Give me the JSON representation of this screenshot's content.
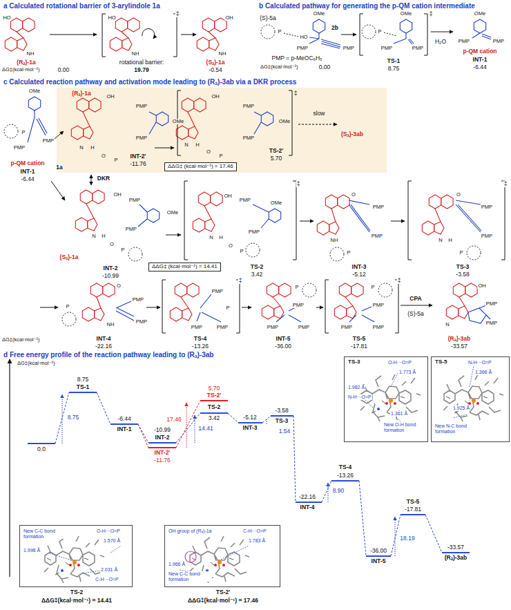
{
  "diagram": {
    "nodes": [
      {
        "text": [
          "(Rₐ)-1a",
          "OH",
          "N",
          "H",
          "O",
          "P",
          "PMP",
          "PMP",
          "OMe",
          "INT-2'",
          "-11.76",
          "‡",
          "OH",
          "N",
          "H",
          "O",
          "P",
          "PMP",
          "PMP",
          "OMe",
          "TS-2'",
          "5.70",
          "slow",
          "(Sₐ)-3ab"
        ]
      },
      {
        "text": [
          "ΔΔG‡ (kcal·mol⁻¹) = 17.46"
        ],
        "in": 0
      },
      {
        "text": [
          "ΔΔG‡ (kcal·mol⁻¹) = 14.41"
        ]
      },
      {
        "text": [
          "TS-3",
          "O-H···O=P",
          "1.773 Å",
          "1.982 Å",
          "N-H···O=P",
          "1.361 Å",
          "New O-H bond formation"
        ]
      },
      {
        "text": [
          "TS-5",
          "N-H···O=P",
          "1.366 Å",
          "1.925 Å",
          "New N-C bond formation"
        ]
      },
      {
        "text": [
          "New C-C bond formation",
          "O-H···O=P",
          "1.570 Å",
          "1.998 Å",
          "2.031 Å",
          "C-H···O=P",
          "TS-2",
          "ΔΔG‡(kcal·mol⁻¹) = 14.41"
        ]
      },
      {
        "text": [
          "OH group of (Rₐ)-1a",
          "C-H···O=P",
          "1.783 Å",
          "1.966 Å",
          "New C-C bond formation",
          "TS-2'",
          "ΔΔG‡(kcal·mol⁻¹) = 17.46"
        ]
      }
    ],
    "labels": [
      "a Calculated rotational barrier of 3-arylindole 1a",
      "HO",
      "NH",
      "(Rₐ)-1a",
      "ΔG‡(kcal·mol⁻¹)",
      "0.00",
      "‡",
      "HO",
      "NH",
      "rotational barrier:",
      "19.79",
      "OH",
      "NH",
      "(Sₐ)-1a",
      "-0.54",
      "b Calculated pathway for generating the p-QM cation intermediate",
      "P",
      "(S)-5a",
      "OMe",
      "HO",
      "PMP",
      "PMP",
      "2b",
      "PMP = p-MeOC₆H₅",
      "ΔG‡(kcal·mol⁻¹)",
      "0.00",
      "‡",
      "P",
      "OMe",
      "PMP",
      "PMP",
      "TS-1",
      "8.75",
      "H₂O",
      "OMe",
      "PMP",
      "PMP",
      "p-QM cation",
      "INT-1",
      "-6.44",
      "c Calculated reaction pathway and activation mode leading to (Rₐ)-3ab via a DKR process",
      "OMe",
      "P",
      "PMP",
      "PMP",
      "p-QM cation",
      "INT-1",
      "-6.44",
      "1a",
      "DKR",
      "OH",
      "N",
      "H",
      "O",
      "P",
      "PMP",
      "PMP",
      "OMe",
      "(Sₐ)-1a",
      "INT-2",
      "-10.99",
      "OH",
      "N",
      "H",
      "O",
      "P",
      "PMP",
      "PMP",
      "OMe",
      "‡",
      "TS-2",
      "3.42",
      "O",
      "PMP",
      "PMP",
      "NH",
      "P",
      "INT-3",
      "-5.12",
      "O",
      "PMP",
      "PMP",
      "N",
      "H",
      "P",
      "‡",
      "TS-3",
      "-3.58",
      "ΔG‡(kcal·mol⁻¹)",
      "O",
      "PMP",
      "PMP",
      "NH",
      "P",
      "INT-4",
      "-22.16",
      "PMP",
      "PMP",
      "PMP",
      "P",
      "‡",
      "TS-4",
      "-13.26",
      "P",
      "PMP",
      "PMP",
      "PMP",
      "INT-5",
      "-36.00",
      "P",
      "PMP",
      "PMP",
      "PMP",
      "‡",
      "TS-5",
      "-17.81",
      "CPA",
      "(S)-5a",
      "OH",
      "PMP",
      "PMP",
      "N",
      "(Rₐ)-3ab",
      "-33.57",
      "d Free energy profile of the reaction pathway leading to (Rₐ)-3ab",
      "ΔG‡(kcal·mol⁻¹)",
      "0.0",
      "8.75",
      "TS-1",
      "-6.44",
      "INT-1",
      "-10.99",
      "INT-2",
      "INT-2'",
      "-11.76",
      "5.70",
      "TS-2'",
      "TS-2",
      "3.42",
      "-5.12",
      "INT-3",
      "-3.58",
      "TS-3",
      "1.54",
      "-22.16",
      "INT-4",
      "TS-4",
      "-13.26",
      "8.90",
      "-36.00",
      "INT-5",
      "TS-5",
      "-17.81",
      "18.19",
      "-33.57",
      "(Rₐ)-3ab",
      "8.75",
      "17.46",
      "14.41"
    ]
  }
}
